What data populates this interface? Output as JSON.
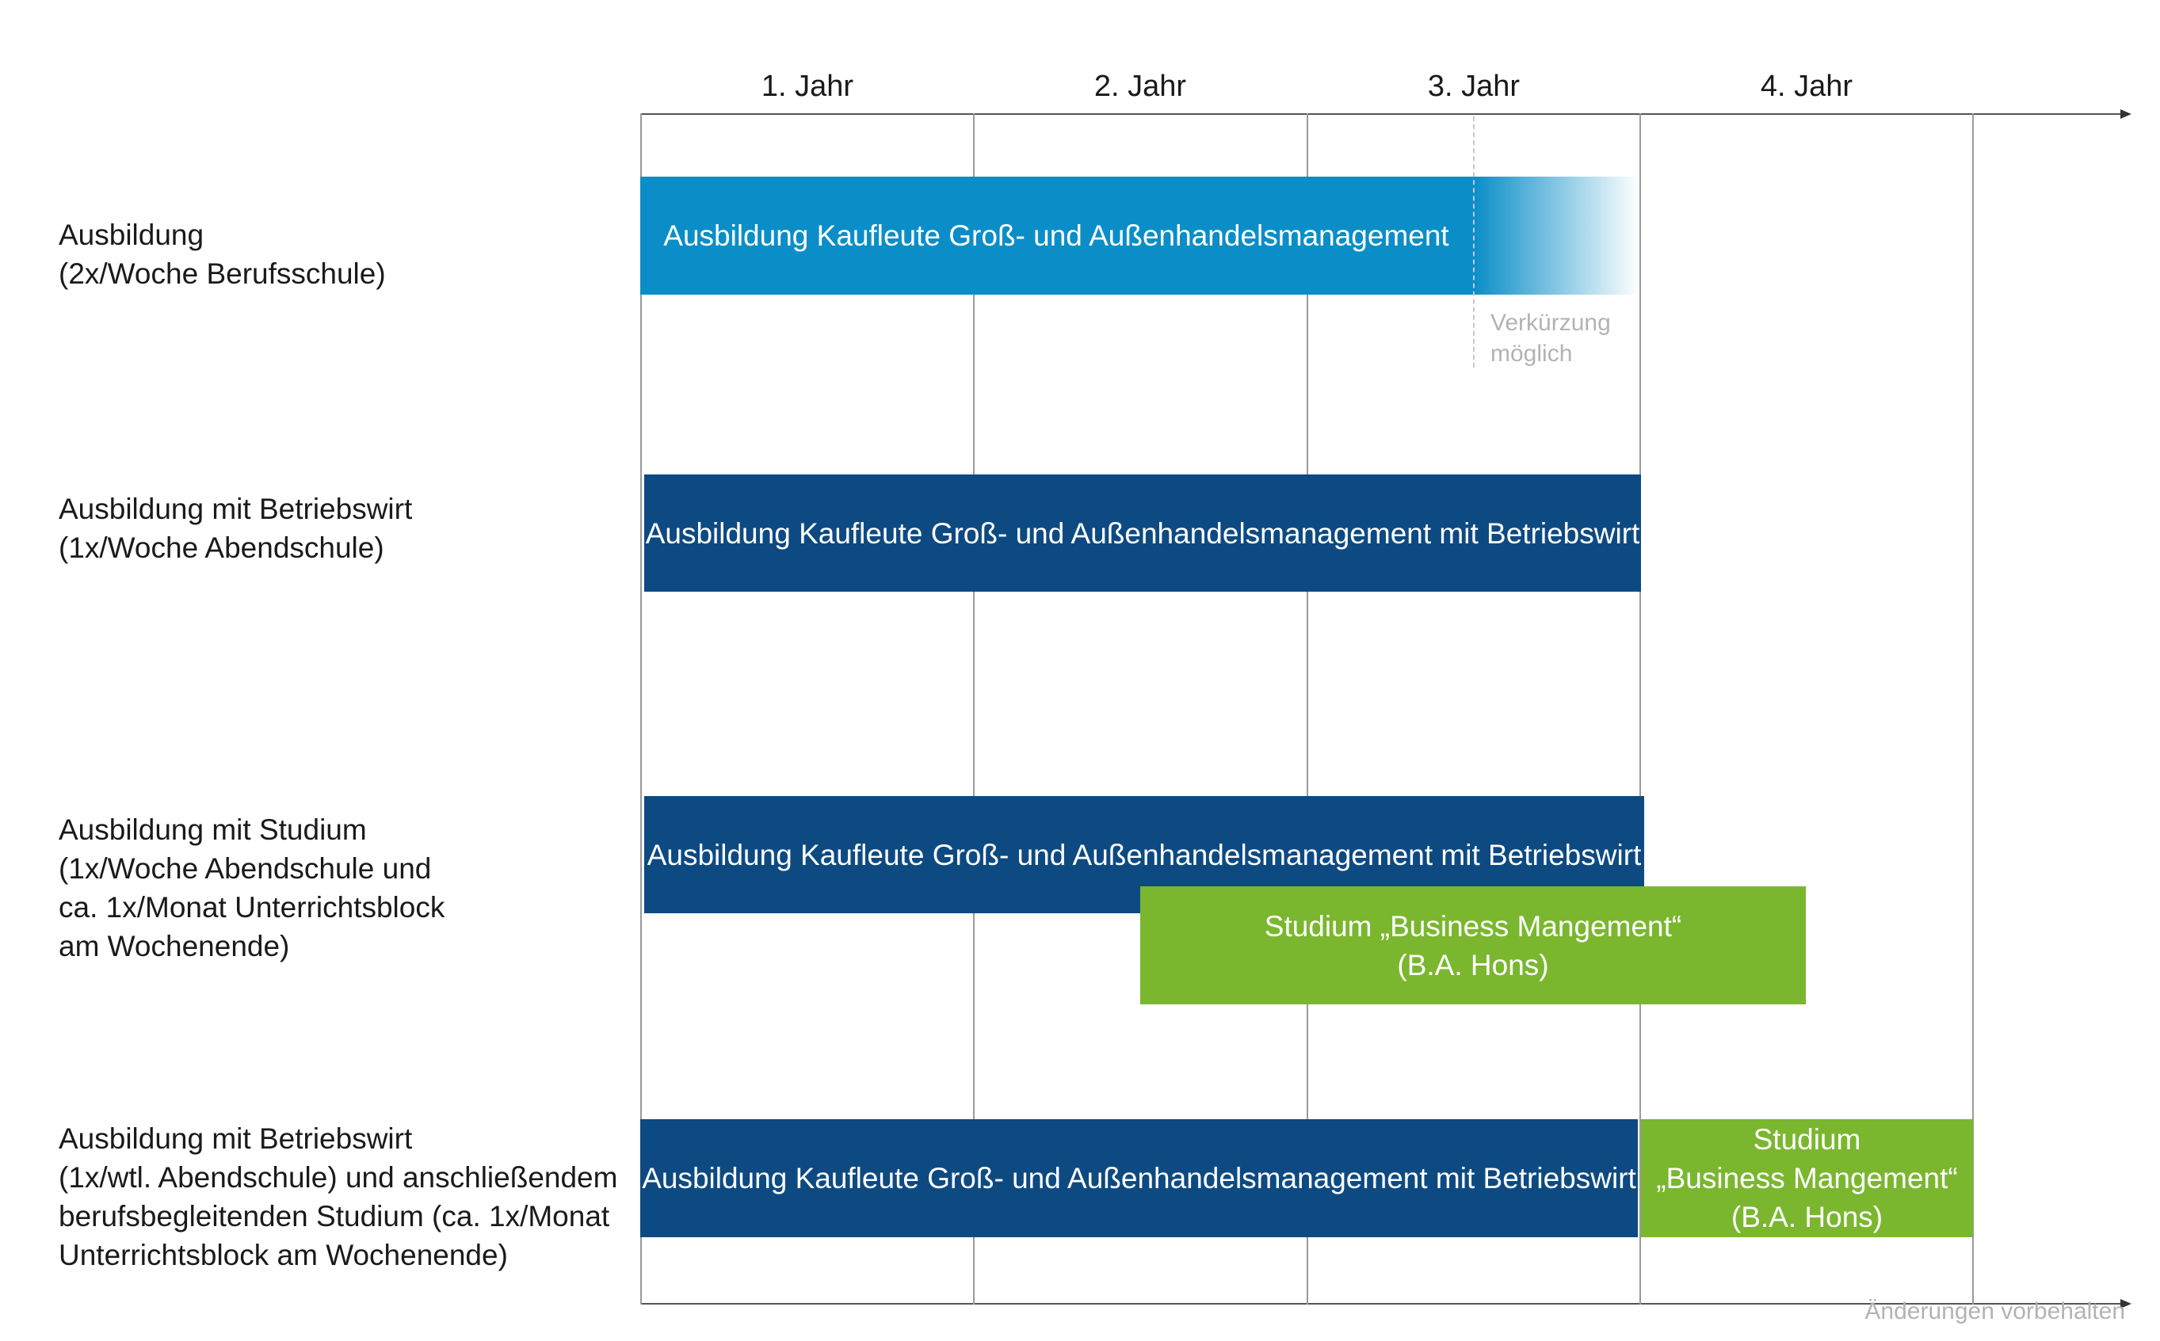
{
  "timeline": {
    "years": [
      "1. Jahr",
      "2. Jahr",
      "3. Jahr",
      "4. Jahr"
    ]
  },
  "rows": [
    {
      "label": "Ausbildung\n(2x/Woche Berufsschule)"
    },
    {
      "label": "Ausbildung mit Betriebswirt\n(1x/Woche Abendschule)"
    },
    {
      "label": "Ausbildung mit Studium\n(1x/Woche Abendschule und\nca. 1x/Monat Unterrichtsblock\nam Wochenende)"
    },
    {
      "label": "Ausbildung mit Betriebswirt\n(1x/wtl. Abendschule) und anschließendem\nberufsbegleitenden Studium (ca. 1x/Monat\nUnterrichtsblock am Wochenende)"
    }
  ],
  "bars": {
    "row1_ausbildung": "Ausbildung Kaufleute Groß- und Außenhandelsmanagement",
    "row1_note": "Verkürzung\nmöglich",
    "row2_ausbildung": "Ausbildung Kaufleute Groß- und Außenhandelsmanagement mit Betriebswirt",
    "row3_ausbildung": "Ausbildung Kaufleute Groß- und Außenhandelsmanagement mit Betriebswirt",
    "row3_studium": "Studium „Business Mangement“\n(B.A. Hons)",
    "row4_ausbildung": "Ausbildung Kaufleute Groß- und Außenhandelsmanagement mit Betriebswirt",
    "row4_studium": "Studium\n„Business Mangement“\n(B.A. Hons)"
  },
  "colors": {
    "light_blue": "#0b8ec8",
    "dark_blue": "#0e4a82",
    "green": "#7ab72f"
  },
  "footer": "Änderungen vorbehalten"
}
